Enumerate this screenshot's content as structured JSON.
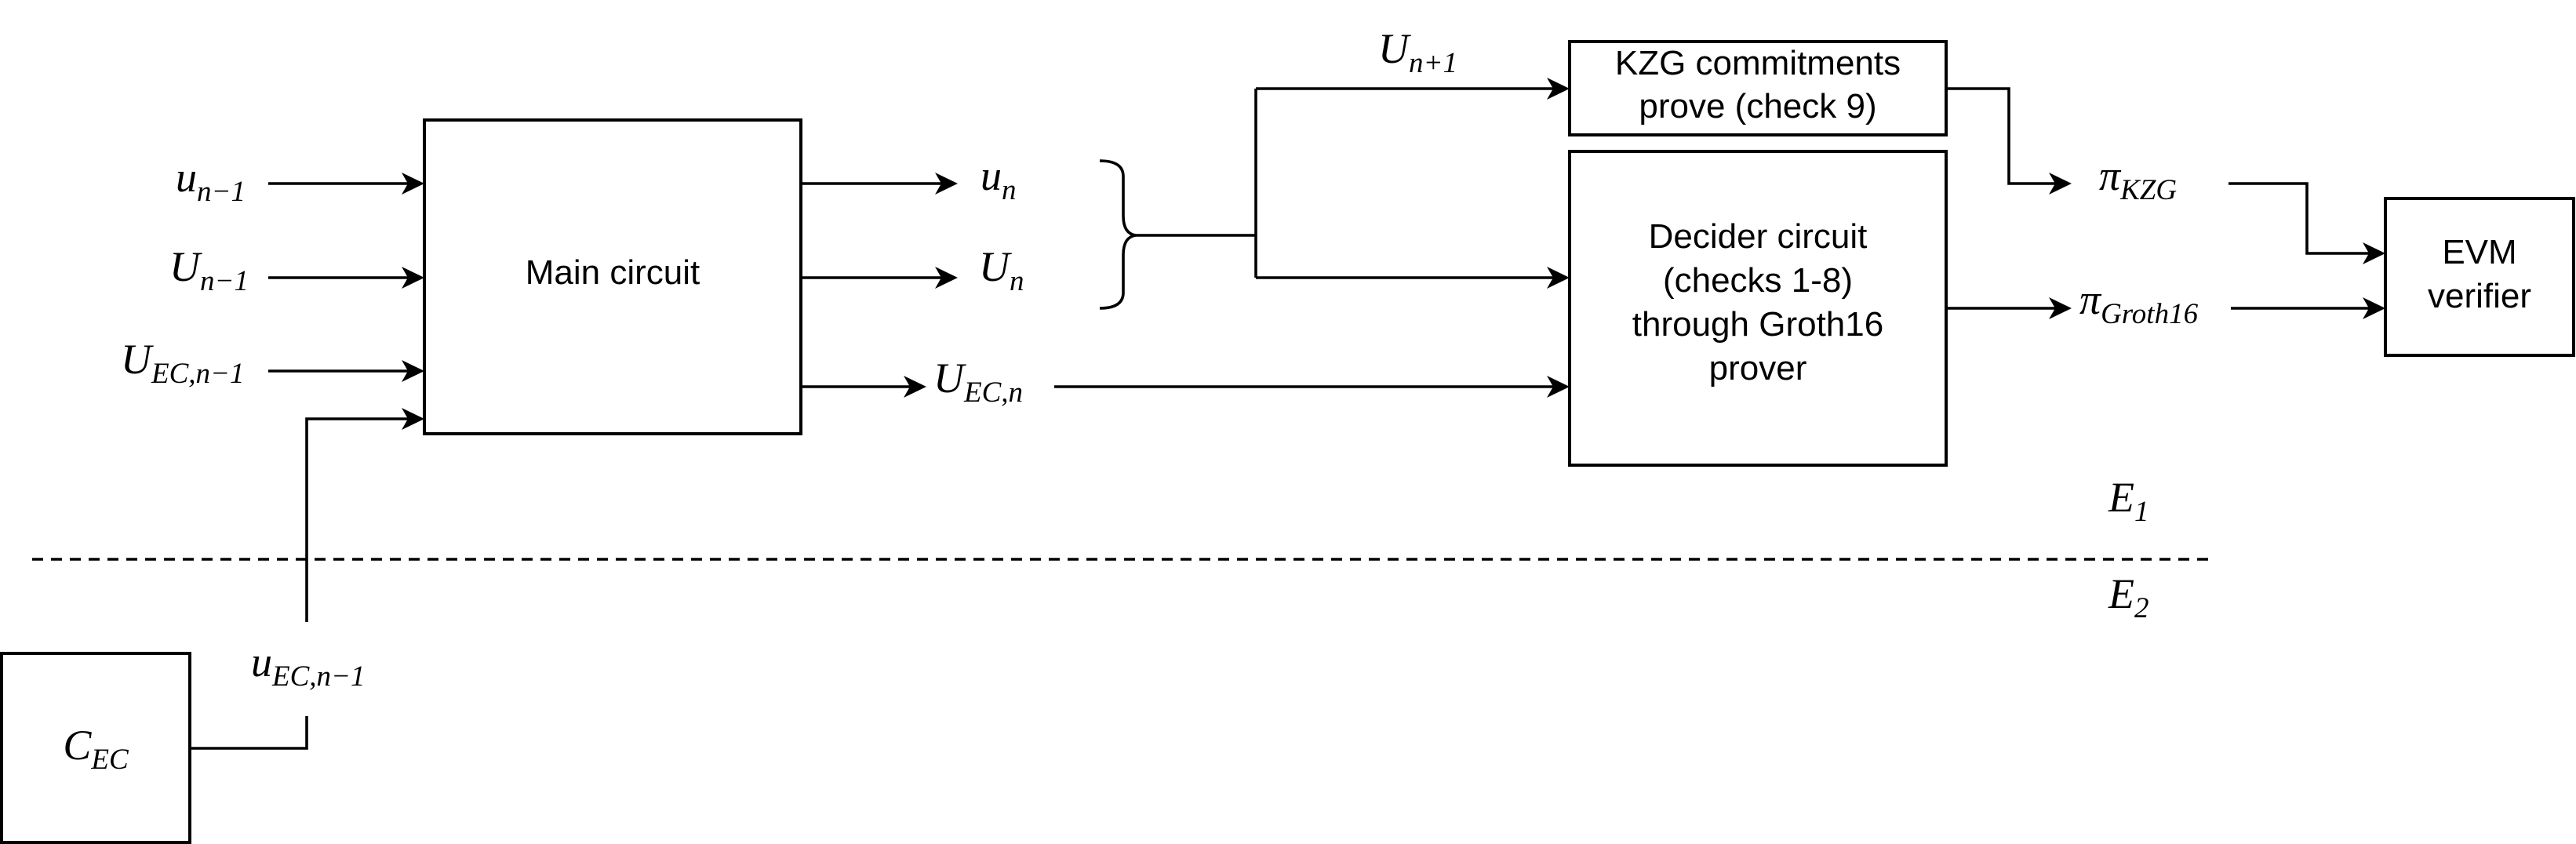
{
  "boxes": {
    "main": {
      "label": "Main circuit"
    },
    "kzg": {
      "line1": "KZG commitments",
      "line2": "prove (check 9)"
    },
    "decider": {
      "line1": "Decider circuit",
      "line2": "(checks 1-8)",
      "line3": "through Groth16",
      "line4": "prover"
    },
    "evm": {
      "line1": "EVM",
      "line2": "verifier"
    },
    "cec": {
      "base": "C",
      "sub": "EC"
    }
  },
  "inputs": {
    "u_prev": {
      "base": "u",
      "sub": "n−1"
    },
    "U_prev": {
      "base": "U",
      "sub": "n−1"
    },
    "UEC_prev": {
      "base": "U",
      "sub": "EC,n−1"
    },
    "uEC_prev": {
      "base": "u",
      "sub": "EC,n−1"
    }
  },
  "outputs": {
    "u_n": {
      "base": "u",
      "sub": "n"
    },
    "U_n": {
      "base": "U",
      "sub": "n"
    },
    "UEC_n": {
      "base": "U",
      "sub": "EC,n"
    },
    "U_next": {
      "base": "U",
      "sub": "n+1"
    }
  },
  "proofs": {
    "pi_kzg": {
      "base": "π",
      "sub": "KZG"
    },
    "pi_groth": {
      "base": "π",
      "sub": "Groth16"
    }
  },
  "curves": {
    "e1": {
      "base": "E",
      "sub": "1"
    },
    "e2": {
      "base": "E",
      "sub": "2"
    }
  }
}
